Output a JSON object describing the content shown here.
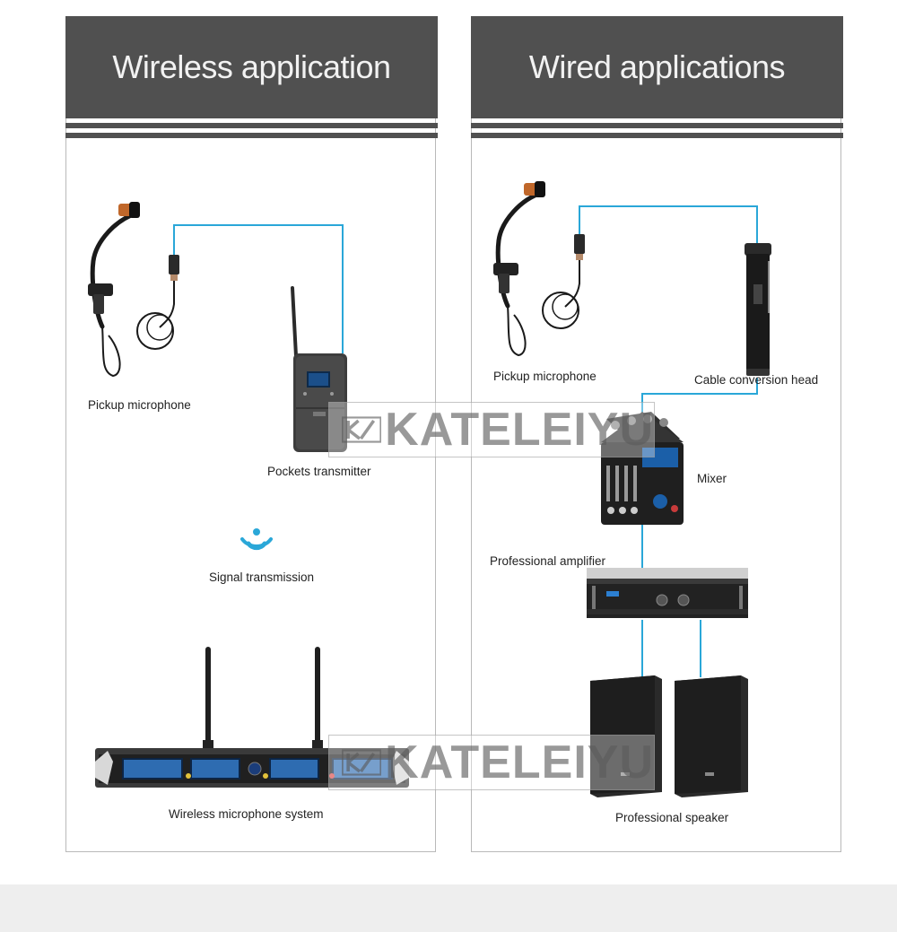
{
  "panels": {
    "wireless": {
      "title": "Wireless application",
      "pickup_label": "Pickup microphone",
      "transmitter_label": "Pockets transmitter",
      "signal_label": "Signal transmission",
      "system_label": "Wireless microphone system"
    },
    "wired": {
      "title": "Wired applications",
      "pickup_label": "Pickup microphone",
      "cable_label": "Cable conversion head",
      "mixer_label": "Mixer",
      "amplifier_label": "Professional amplifier",
      "speaker_label": "Professional speaker"
    }
  },
  "watermark": {
    "text": "KATELEIYU"
  },
  "colors": {
    "header_bg": "#505050",
    "connector_line": "#2aa7d8",
    "signal_icon": "#2aa7d8",
    "footer_bg": "#eeeeee"
  }
}
